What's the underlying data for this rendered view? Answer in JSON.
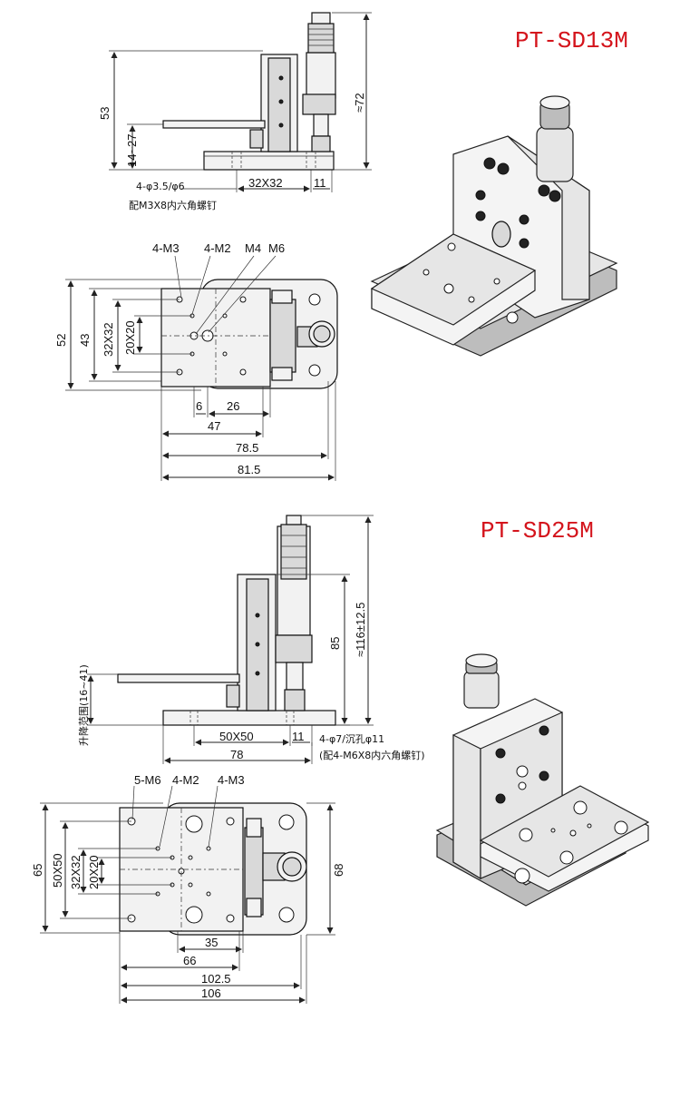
{
  "sd13": {
    "title": "PT-SD13M",
    "side": {
      "d53": "53",
      "d14_27": "14~27",
      "d72": "≈72",
      "holes": "4-φ3.5/φ6",
      "screw": "配M3X8内六角螺钉",
      "d32x32": "32X32",
      "d11": "11"
    },
    "top": {
      "m3": "4-M3",
      "m2": "4-M2",
      "m4": "M4",
      "m6": "M6",
      "d52": "52",
      "d43": "43",
      "d32x32": "32X32",
      "d20x20": "20X20",
      "d6": "6",
      "d26": "26",
      "d47": "47",
      "d78_5": "78.5",
      "d81_5": "81.5"
    }
  },
  "sd25": {
    "title": "PT-SD25M",
    "side": {
      "range": "升降范围(16~41)",
      "d85": "85",
      "d116": "≈116±12.5",
      "d50x50": "50X50",
      "d11": "11",
      "holes": "4-φ7/沉孔φ11",
      "screw": "(配4-M6X8内六角螺钉)",
      "d78": "78"
    },
    "top": {
      "m6": "5-M6",
      "m2": "4-M2",
      "m3": "4-M3",
      "d65": "65",
      "d50x50": "50X50",
      "d32x32": "32X32",
      "d20x20": "20X20",
      "d68": "68",
      "d35": "35",
      "d66": "66",
      "d102_5": "102.5",
      "d106": "106"
    }
  }
}
